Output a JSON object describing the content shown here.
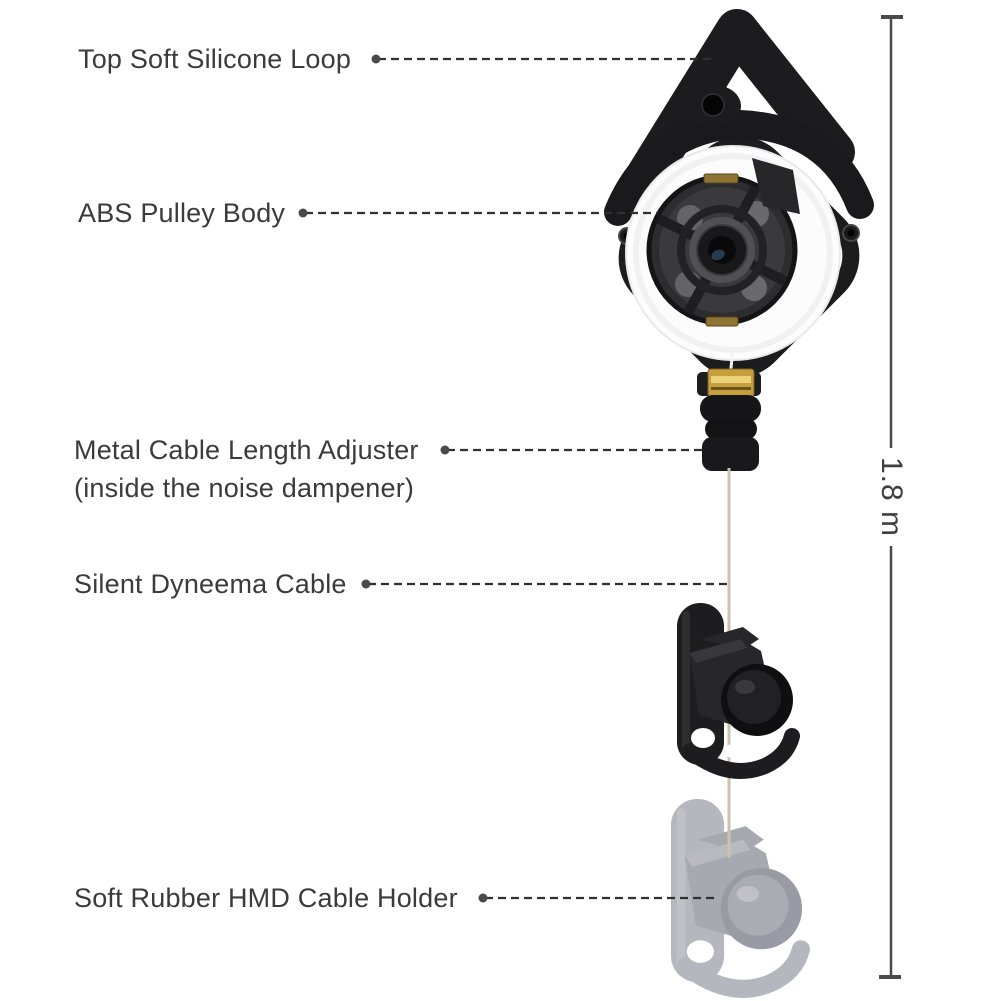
{
  "callouts": [
    {
      "id": "top-loop",
      "text": "Top Soft Silicone Loop"
    },
    {
      "id": "pulley-body",
      "text": "ABS Pulley Body"
    },
    {
      "id": "cable-adjuster",
      "text": "Metal Cable Length Adjuster",
      "subtext": "(inside the noise dampener)"
    },
    {
      "id": "dyneema-cable",
      "text": "Silent Dyneema Cable"
    },
    {
      "id": "hmd-holder",
      "text": "Soft Rubber HMD Cable Holder"
    }
  ],
  "measurement": {
    "value": "1.8 m"
  },
  "colors": {
    "background": "#ffffff",
    "label_text": "#3b3b3b",
    "leader_line": "#303032",
    "product_black": "#1d1d1f",
    "silicone_ring_white": "#fcfcfc",
    "brass": "#c59f3d",
    "cable": "#cbc2ac",
    "ghost_gray": "#b4b7bd"
  }
}
